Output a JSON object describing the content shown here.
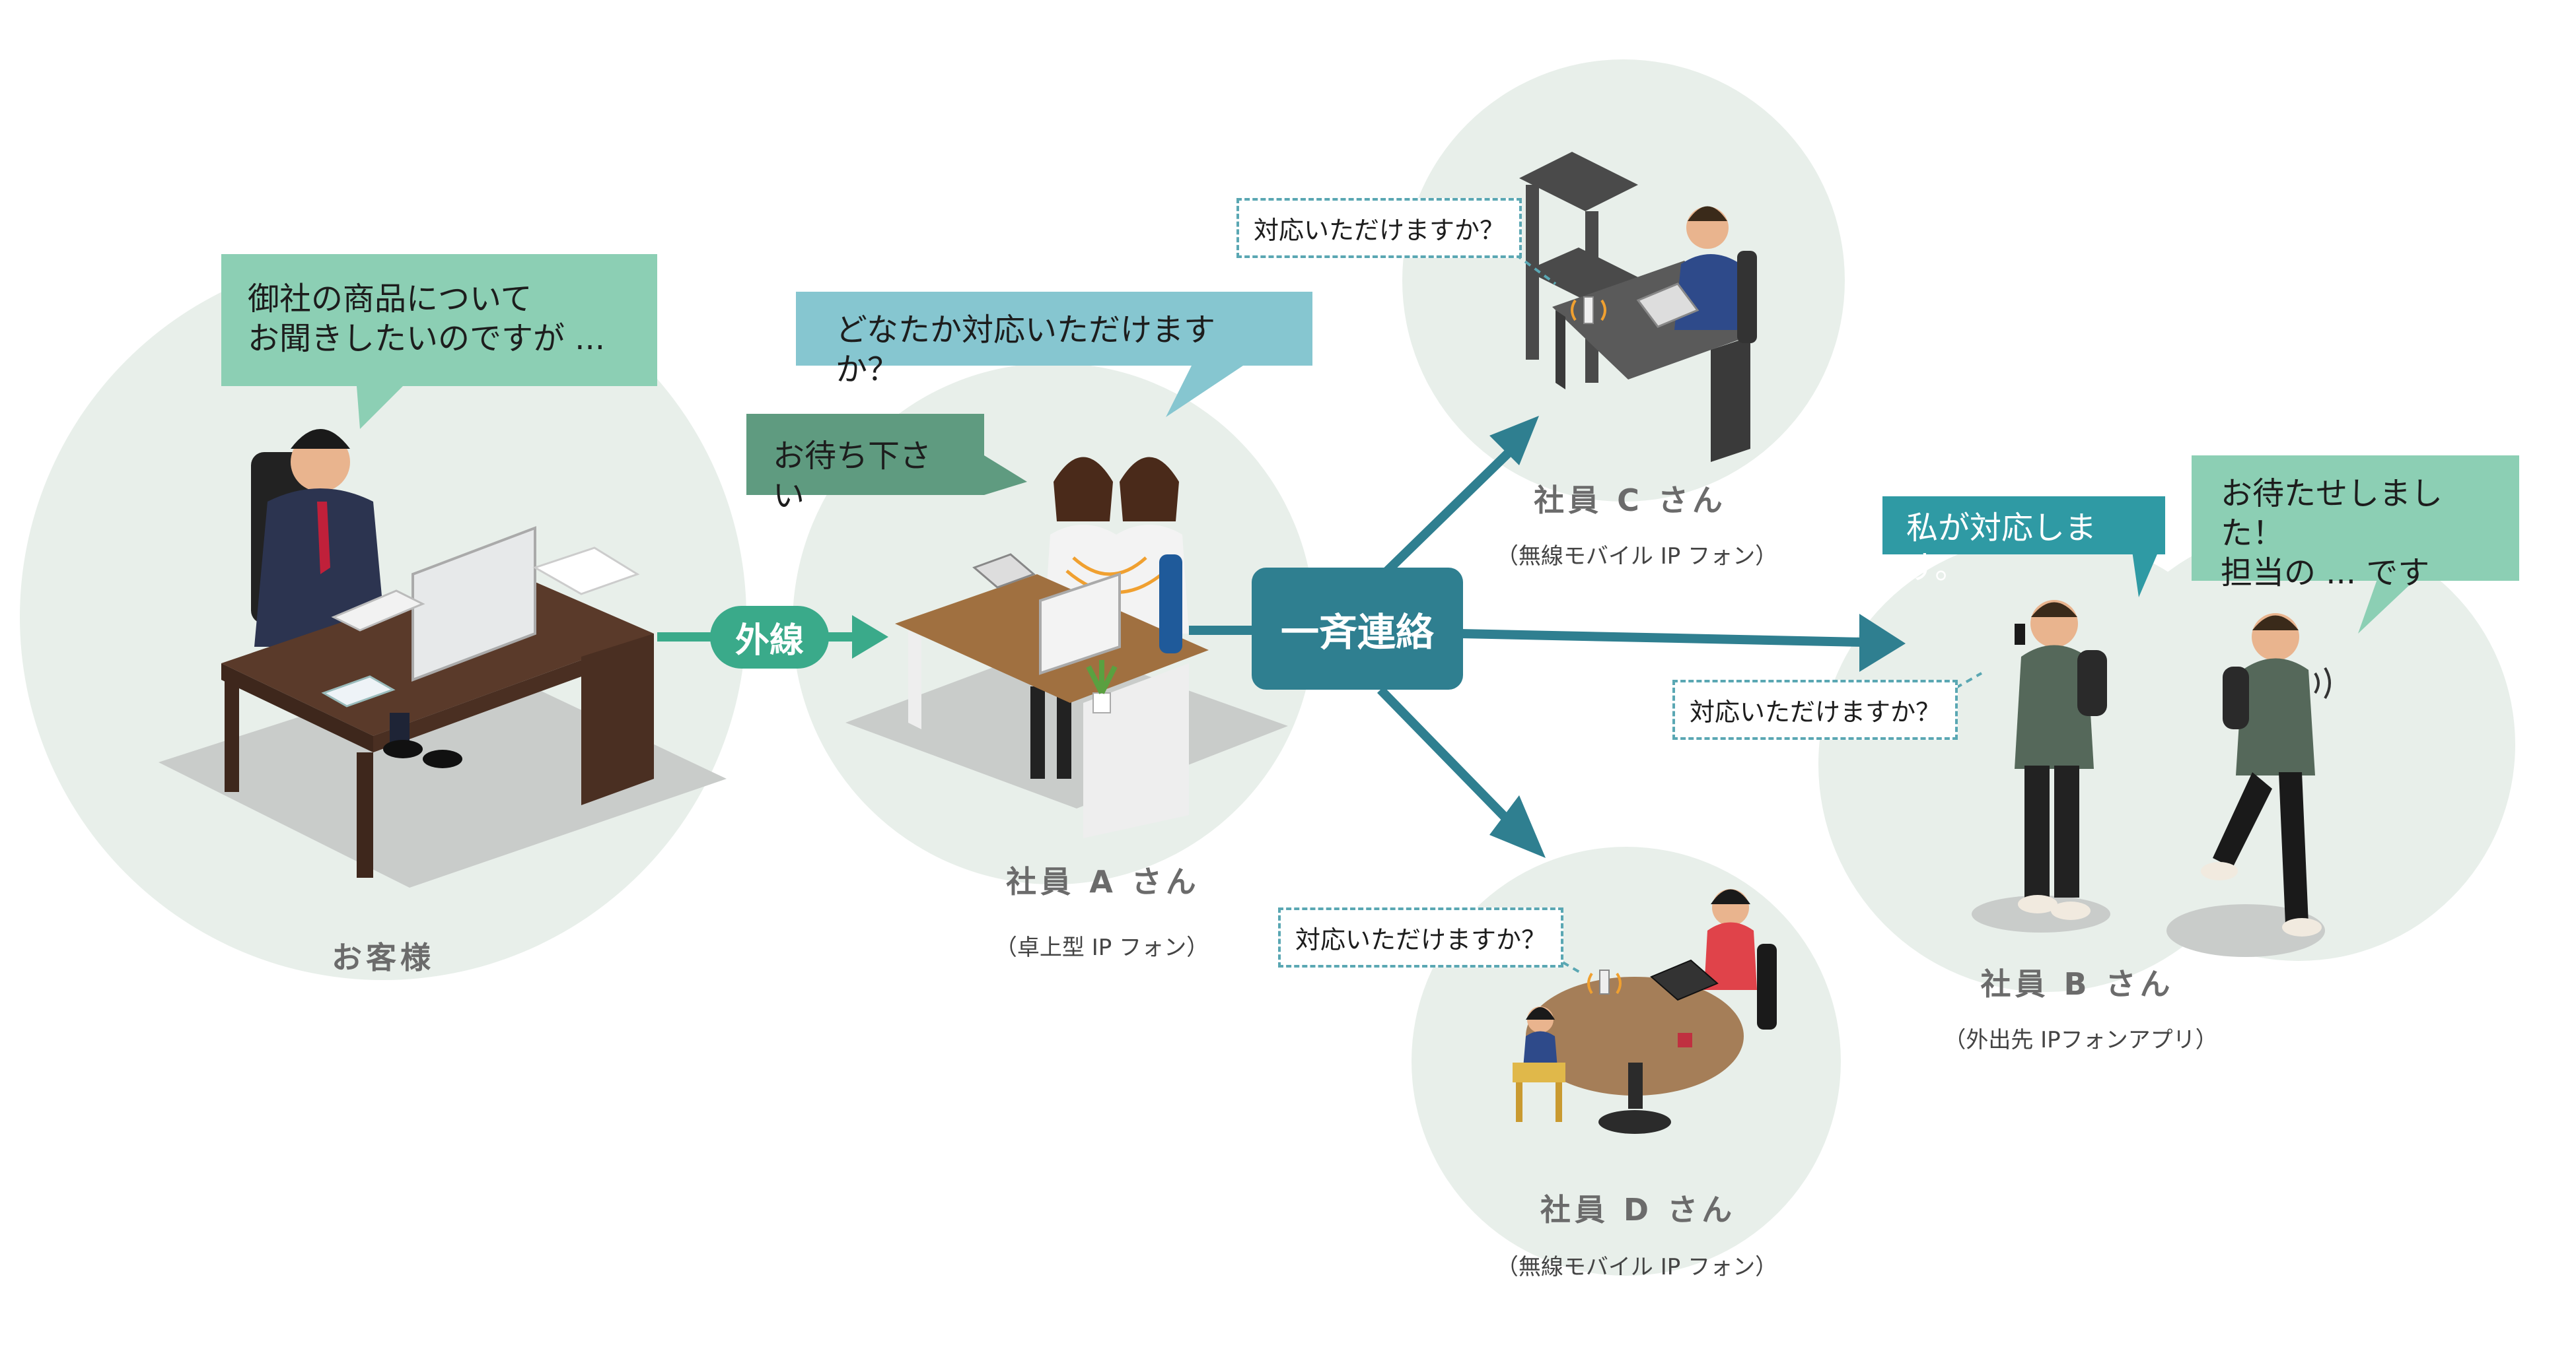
{
  "colors": {
    "circle": "#e8efea",
    "green_bubble": "#8ccfb4",
    "dark_green_bubble": "#5f9b80",
    "teal_bubble": "#86c6d0",
    "teal_dark": "#2f7f90",
    "outline_link": "#3aaa8a",
    "arrow": "#2f7f90"
  },
  "customer": {
    "speech": "御社の商品について\nお聞きしたいのですが ...",
    "label": "お客様"
  },
  "gaisen": {
    "label": "外線"
  },
  "employee_a": {
    "speech_main": "どなたか対応いただけますか？",
    "speech_wait": "お待ち下さい",
    "label": "社員 A さん",
    "device": "（卓上型 IP フォン）"
  },
  "broadcast": {
    "label": "一斉連絡"
  },
  "employee_c": {
    "prompt": "対応いただけますか？",
    "label": "社員 C さん",
    "device": "（無線モバイル IP フォン）"
  },
  "employee_b": {
    "prompt": "対応いただけますか？",
    "speech_reply": "私が対応します。",
    "speech_customer": "お待たせしました！\n担当の ... です",
    "label": "社員 B さん",
    "device": "（外出先 IPフォンアプリ）"
  },
  "employee_d": {
    "prompt": "対応いただけますか？",
    "label": "社員 D さん",
    "device": "（無線モバイル IP フォン）"
  },
  "icons": [
    "office-desk-icon",
    "phone-icon",
    "laptop-icon",
    "person-icon",
    "round-table-icon"
  ]
}
